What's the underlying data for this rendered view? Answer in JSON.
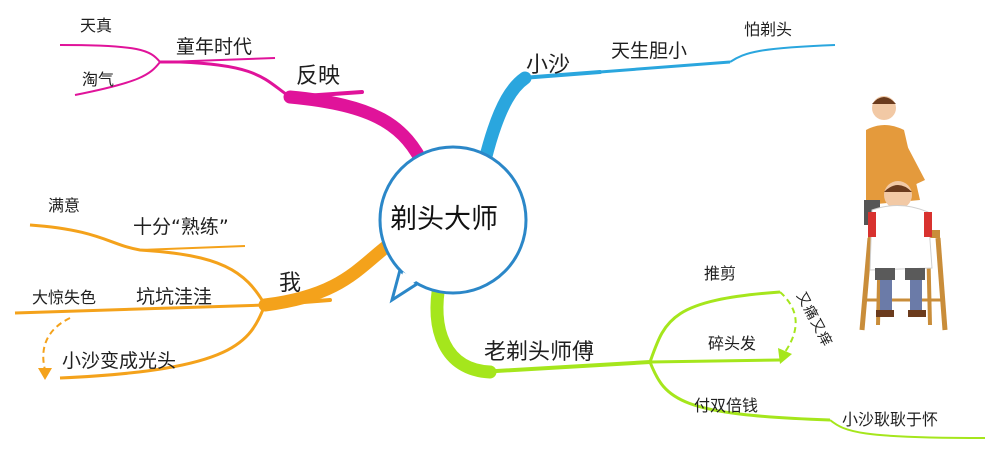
{
  "center": {
    "title": "剃头大师"
  },
  "branches": {
    "reflect": {
      "label": "反映",
      "color": "#e0139a",
      "child": "童年时代",
      "leaves": [
        "天真",
        "淘气"
      ]
    },
    "xiaosha": {
      "label": "小沙",
      "color": "#2aa6de",
      "child": "天生胆小",
      "leaf": "怕剃头"
    },
    "me": {
      "label": "我",
      "color": "#f4a21b",
      "child_top": "十分“熟练”",
      "leaf_top": "满意",
      "child_mid": "坑坑洼洼",
      "leaf_mid": "大惊失色",
      "child_bottom": "小沙变成光头"
    },
    "master": {
      "label": "老剃头师傅",
      "color": "#a5e61c",
      "child1": "推剪",
      "child2": "碎头发",
      "child2_note": "又痛又痒",
      "child3": "付双倍钱",
      "leaf3": "小沙耿耿于怀"
    }
  },
  "illustration": {
    "icon": "barber-scene-illustration"
  }
}
